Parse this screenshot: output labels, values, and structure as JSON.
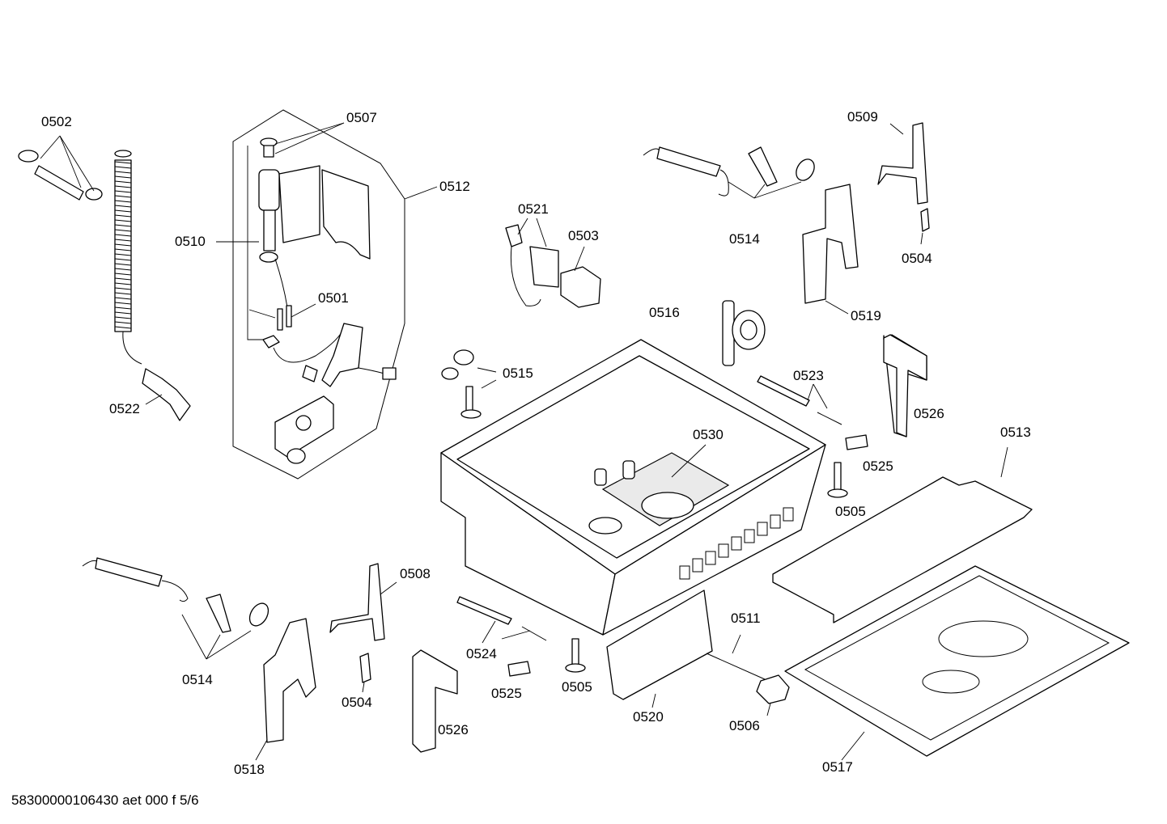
{
  "labels": {
    "l0502": "0502",
    "l0507": "0507",
    "l0512": "0512",
    "l0510": "0510",
    "l0501": "0501",
    "l0522": "0522",
    "l0521": "0521",
    "l0503": "0503",
    "l0514a": "0514",
    "l0509": "0509",
    "l0504a": "0504",
    "l0516": "0516",
    "l0519": "0519",
    "l0515": "0515",
    "l0523": "0523",
    "l0526a": "0526",
    "l0530": "0530",
    "l0525a": "0525",
    "l0513": "0513",
    "l0505a": "0505",
    "l0508": "0508",
    "l0514b": "0514",
    "l0504b": "0504",
    "l0518": "0518",
    "l0526b": "0526",
    "l0524": "0524",
    "l0525b": "0525",
    "l0505b": "0505",
    "l0511": "0511",
    "l0520": "0520",
    "l0506": "0506",
    "l0517": "0517"
  },
  "footer": "58300000106430 aet 000 f 5/6"
}
